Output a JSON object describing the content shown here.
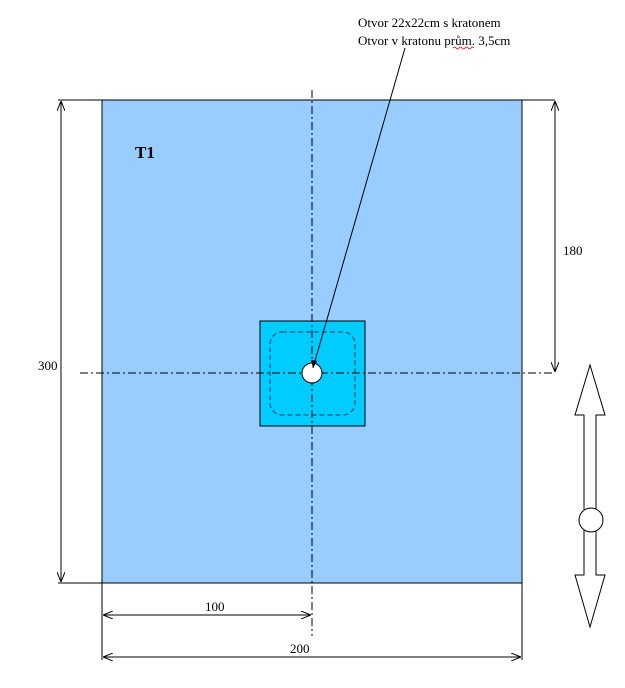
{
  "drawing": {
    "panel_label": "T1",
    "note_line1": "Otvor 22x22cm s kratonem",
    "note_line2": "Otvor v kratonu prům. 3,5cm",
    "dims": {
      "height": "300",
      "hole_from_top": "180",
      "hole_from_left": "100",
      "width": "200"
    },
    "colors": {
      "sheet": "#99CCFF",
      "reinforcement": "#00CCFF",
      "line": "#000000"
    }
  }
}
